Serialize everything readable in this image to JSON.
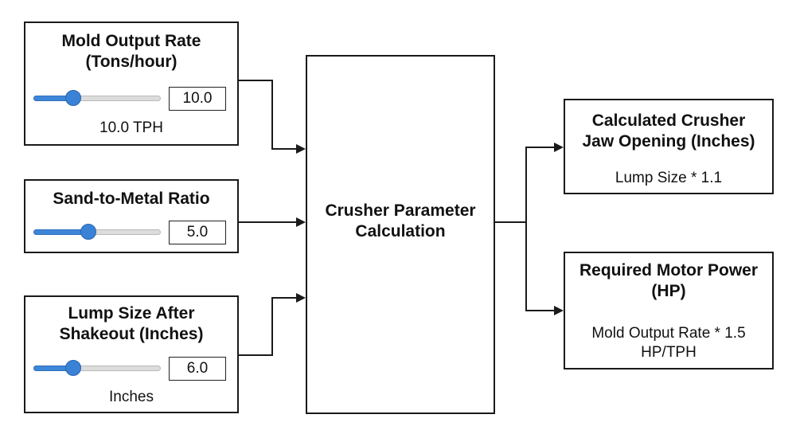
{
  "inputs": {
    "mold_output": {
      "title": "Mold Output Rate\n(Tons/hour)",
      "value": "10.0",
      "slider_fraction": 0.31,
      "unit_label": "10.0 TPH"
    },
    "sand_metal": {
      "title": "Sand-to-Metal Ratio",
      "value": "5.0",
      "slider_fraction": 0.43
    },
    "lump_size": {
      "title": "Lump Size After\nShakeout (Inches)",
      "value": "6.0",
      "slider_fraction": 0.31,
      "unit_label": "Inches"
    }
  },
  "process": {
    "title": "Crusher Parameter\nCalculation"
  },
  "outputs": {
    "jaw_opening": {
      "title": "Calculated Crusher\nJaw Opening (Inches)",
      "formula": "Lump Size * 1.1"
    },
    "motor_power": {
      "title": "Required Motor Power\n(HP)",
      "formula": "Mold Output Rate * 1.5\nHP/TPH"
    }
  },
  "colors": {
    "slider_accent": "#3d86d8",
    "slider_track": "#dcdcdc",
    "line": "#1a1a1a"
  }
}
